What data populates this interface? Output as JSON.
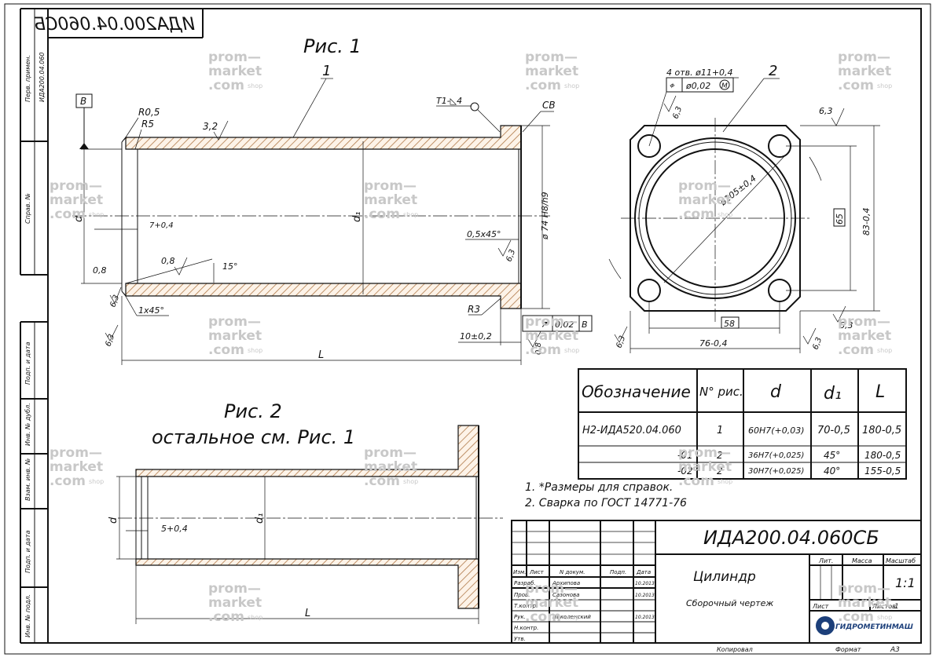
{
  "stamp_code_mirrored": "ИДА200.04.060СБ",
  "left_strip": {
    "perv_primen_label": "Перв. примен.",
    "perv_primen_value": "ИДА200.04.060",
    "sprav_label": "Справ. №",
    "podp_data_1": "Подп. и дата",
    "inv_dubl": "Инв. № дубл.",
    "vzam_inv": "Взам. инв. №",
    "podp_data_2": "Подп. и дата",
    "inv_podl": "Инв. № подл."
  },
  "fig1": {
    "title": "Рис. 1",
    "pos1": "1",
    "pos2": "2",
    "base_b": "В",
    "r05": "R0,5",
    "r5": "R5",
    "rough32": "3,2",
    "weld": "Т1-◺4",
    "weld_cb": "СВ",
    "dim_7": "7+0,4",
    "dim_d": "d",
    "dim_d1": "d₁",
    "dim_05x45": "0,5х45°",
    "dim_74": "ø 74 H8/h9",
    "dim_08a": "0,8",
    "dim_08b": "0,8",
    "angle_15": "15°",
    "rough63_a": "6,3",
    "rough63_b": "6,3",
    "rough63_c": "6,3",
    "dim_1x45": "1х45°",
    "r3": "R3",
    "dim_10": "10±0,2",
    "dim_L": "L",
    "runout_sym": "↗",
    "runout_val": "0,02",
    "runout_base": "В",
    "rough08_c": "0,8"
  },
  "fig_right": {
    "holes": "4 отв. ø11+0,4",
    "pos_sym": "⌖",
    "pos_val": "ø0,02",
    "pos_mod": "M",
    "rough63_top": "6,3",
    "rough63_tr": "6,3",
    "dia105": "ø105±0,4",
    "dim_65": "65",
    "dim_83": "83-0,4",
    "dim_58": "58",
    "dim_76": "76-0,4",
    "rough63_bl": "6,3",
    "rough63_br": "6,3",
    "rough63_rb": "6,3"
  },
  "fig2": {
    "title": "Рис. 2",
    "subtitle": "остальное см. Рис. 1",
    "dim_d": "d",
    "dim_d1": "d₁",
    "dim_5": "5+0,4",
    "dim_L": "L"
  },
  "table": {
    "headers": [
      "Обозначение",
      "N° рис.",
      "d",
      "d₁",
      "L"
    ],
    "rows": [
      [
        "Н2-ИДА520.04.060",
        "1",
        "60Н7(+0,03)",
        "70-0,5",
        "180-0,5"
      ],
      [
        "-01",
        "2",
        "36Н7(+0,025)",
        "45°",
        "180-0,5"
      ],
      [
        "-02",
        "2",
        "30Н7(+0,025)",
        "40°",
        "155-0,5"
      ]
    ]
  },
  "notes": [
    "1. *Размеры для справок.",
    "2. Сварка по ГОСТ 14771-76"
  ],
  "titleblock": {
    "code": "ИДА200.04.060СБ",
    "name": "Цилиндр",
    "doc_type": "Сборочный чертеж",
    "lit": "Лит.",
    "massa": "Масса",
    "masshtab": "Масштаб",
    "scale": "1:1",
    "list": "Лист",
    "listov": "Листов",
    "listov_val": "1",
    "col_izm": "Изм.",
    "col_list": "Лист",
    "col_doc": "N докум.",
    "col_podp": "Подп.",
    "col_data": "Дата",
    "roles": [
      {
        "role": "Разраб.",
        "name": "Архипова",
        "date": "10.2013"
      },
      {
        "role": "Пров.",
        "name": "Сазонова",
        "date": "10.2013"
      },
      {
        "role": "Т.контр.",
        "name": "",
        "date": ""
      },
      {
        "role": "Рук.",
        "name": "Николенский",
        "date": "10.2013"
      },
      {
        "role": "Н.контр.",
        "name": "",
        "date": ""
      },
      {
        "role": "Утв.",
        "name": "",
        "date": ""
      }
    ],
    "kopiroval": "Копировал",
    "format": "Формат",
    "format_val": "А3",
    "company": "ГИДРОМЕТИНМАШ"
  },
  "watermark": {
    "l1": "prom—",
    "l2": "market",
    "l3": ".com",
    "shop": "shop"
  }
}
